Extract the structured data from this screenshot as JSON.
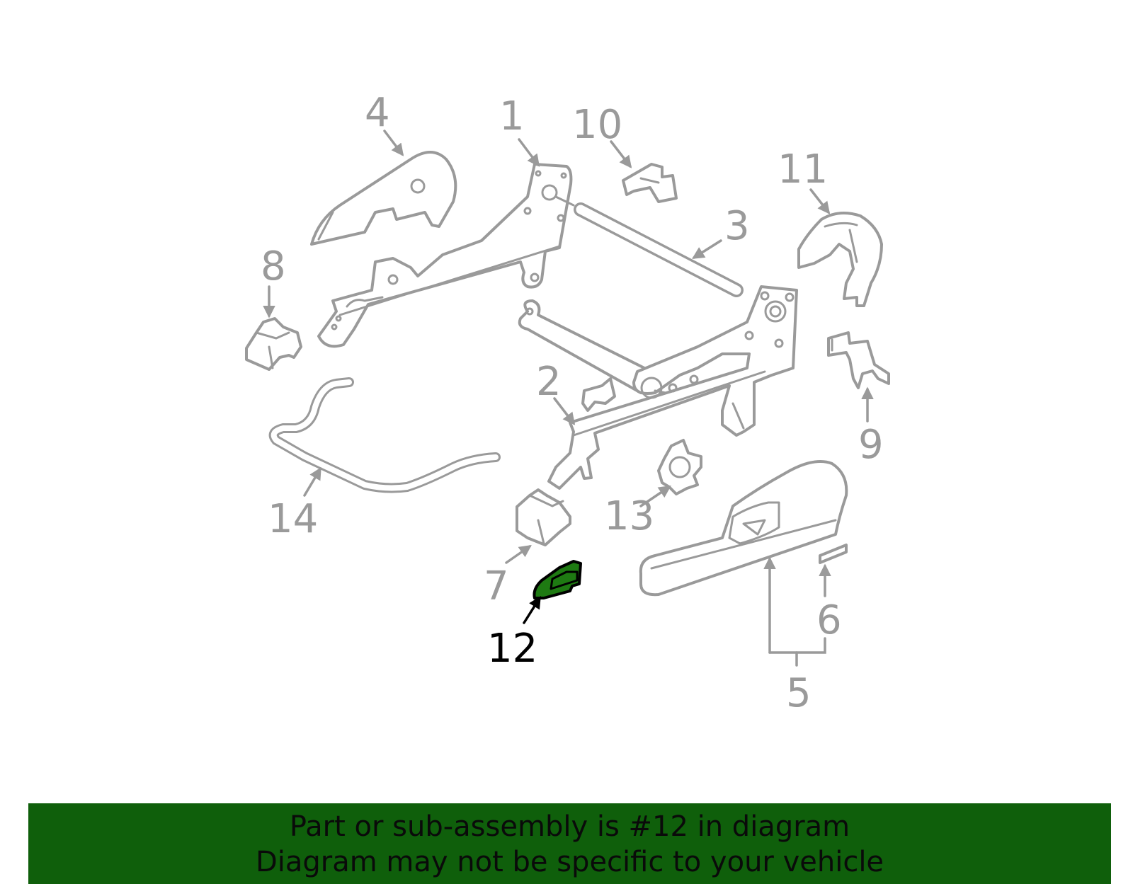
{
  "diagram": {
    "highlight_color": "#1e7a12",
    "line_color": "#9a9a9a",
    "highlighted_part": "12",
    "callouts": {
      "c1": "1",
      "c2": "2",
      "c3": "3",
      "c4": "4",
      "c5": "5",
      "c6": "6",
      "c7": "7",
      "c8": "8",
      "c9": "9",
      "c10": "10",
      "c11": "11",
      "c12": "12",
      "c13": "13",
      "c14": "14"
    }
  },
  "banner": {
    "line1": "Part or sub-assembly is #12 in diagram",
    "line2": "Diagram may not be specific to your vehicle",
    "background": "#0f5f0b"
  }
}
